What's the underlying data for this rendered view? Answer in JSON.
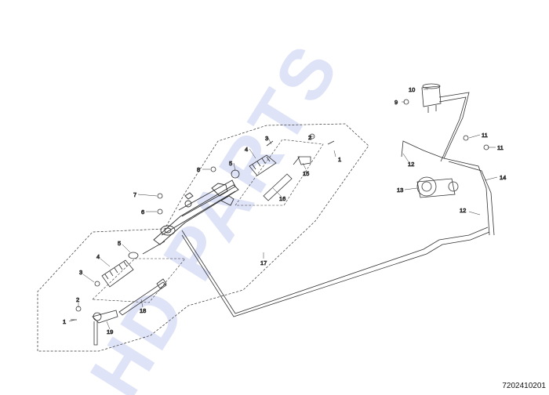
{
  "watermark": {
    "text": "HD PARTS",
    "color": "#dfe3f7"
  },
  "doc_number": "7202410201",
  "callouts": [
    "1",
    "2",
    "3",
    "4",
    "5",
    "6",
    "7",
    "8",
    "9",
    "10",
    "11",
    "12",
    "13",
    "14",
    "15",
    "16",
    "17",
    "18",
    "19",
    "1",
    "2",
    "3",
    "4",
    "5",
    "11",
    "12"
  ]
}
